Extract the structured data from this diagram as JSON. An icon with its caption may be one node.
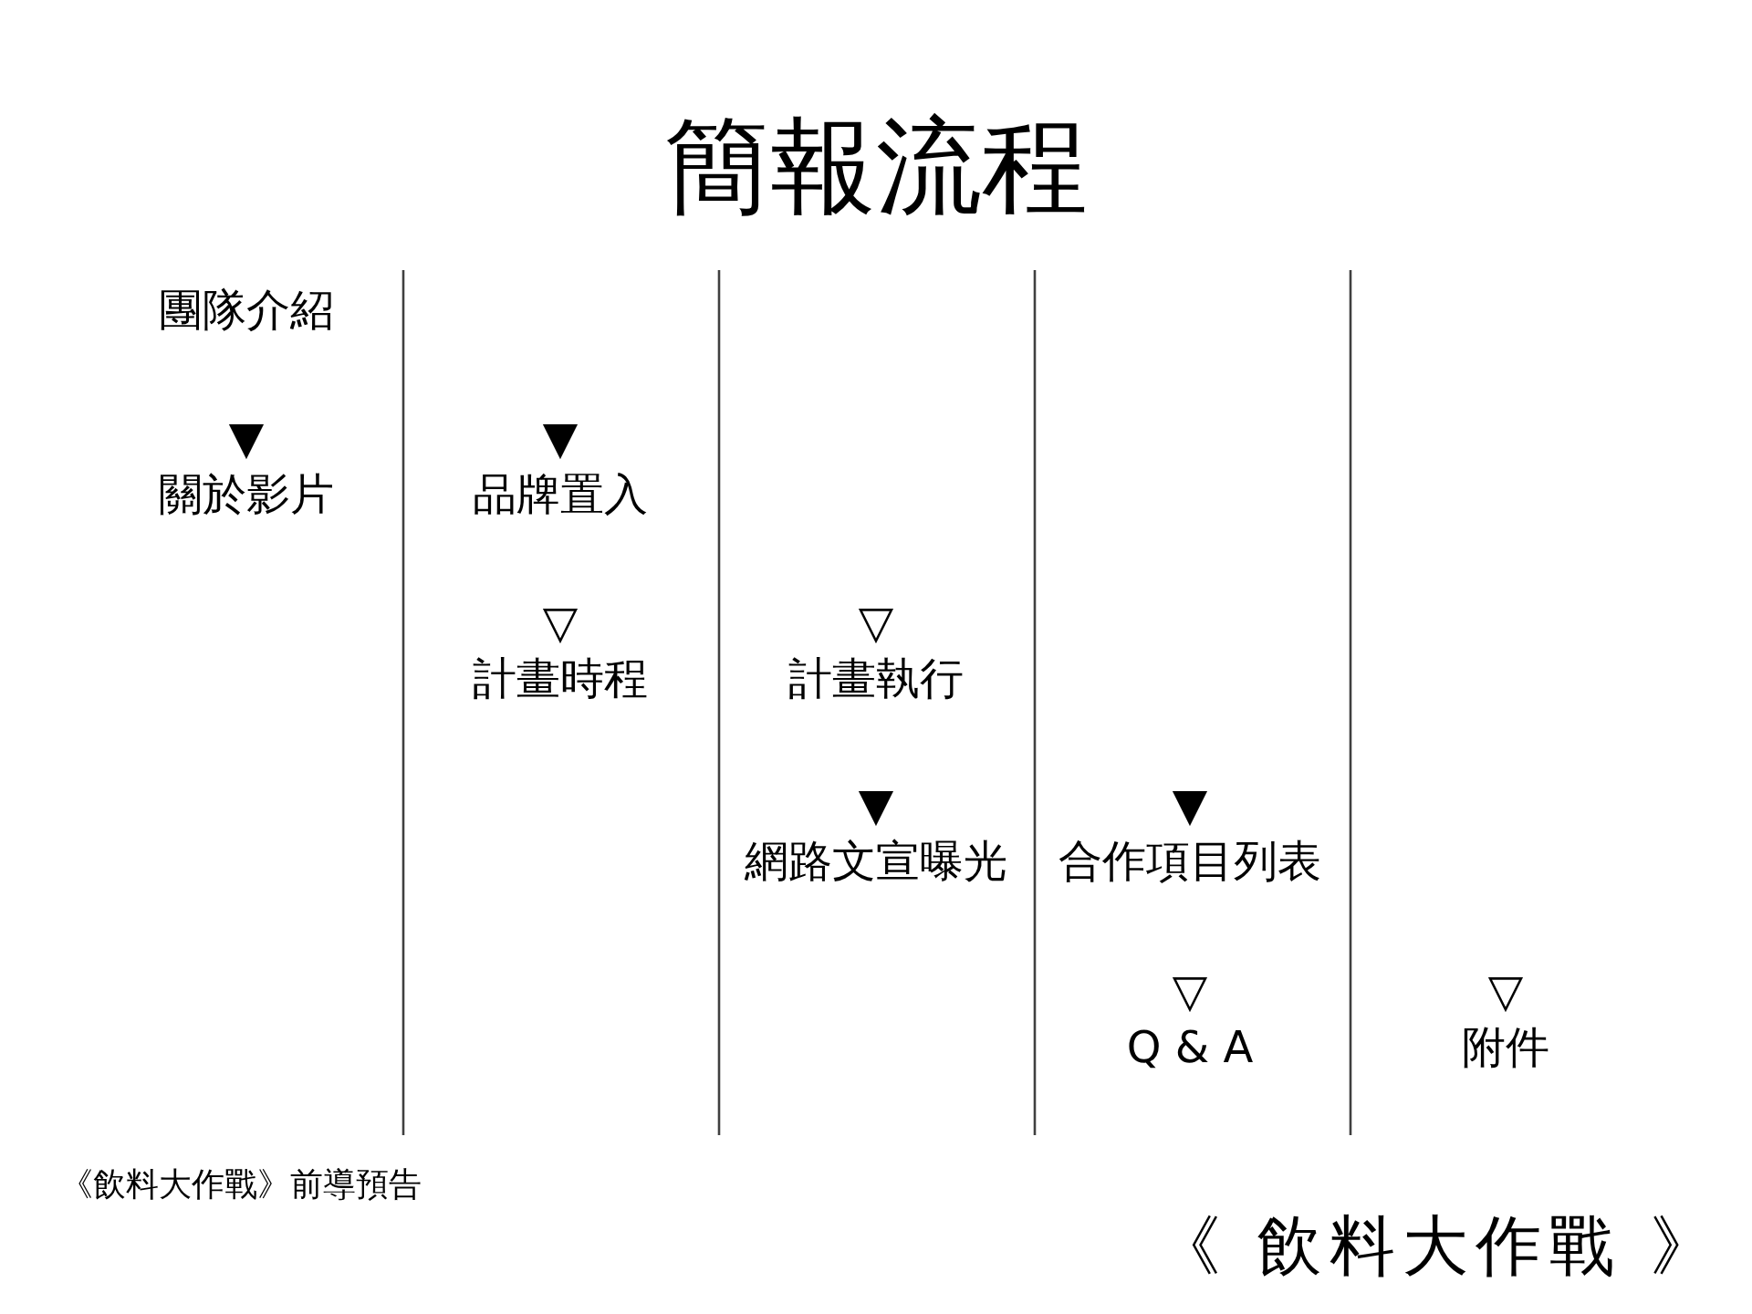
{
  "diagram": {
    "title": "簡報流程",
    "labels": [
      "團隊介紹",
      "▼",
      "▼",
      "關於影片",
      "品牌置入",
      "▽",
      "▽",
      "計畫時程",
      "計畫執行",
      "▼",
      "▼",
      "網路文宣曝光",
      "合作項目列表",
      "▽",
      "▽",
      "Q & A",
      "附件",
      "《飲料大作戰》前導預告",
      "《 飲料大作戰 》"
    ]
  }
}
